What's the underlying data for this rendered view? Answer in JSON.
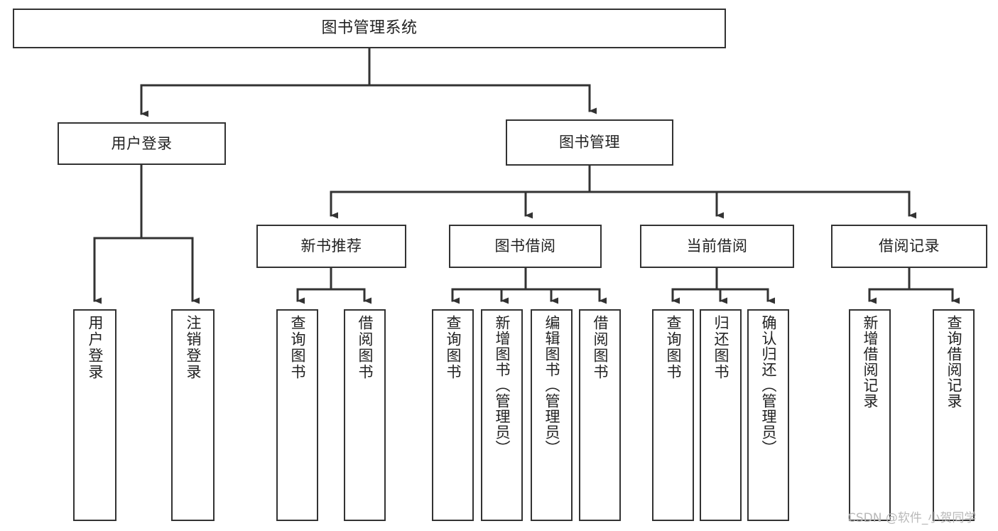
{
  "diagram": {
    "title": "图书管理系统",
    "type": "tree",
    "orientation": "top-down",
    "colors": {
      "box_border": "#333333",
      "box_fill": "#ffffff",
      "connector": "#333333",
      "text": "#222222",
      "watermark": "#b9b9b9",
      "background": "#ffffff"
    },
    "root": {
      "label": "图书管理系统"
    },
    "level1": [
      {
        "label": "用户登录"
      },
      {
        "label": "图书管理"
      }
    ],
    "level2": [
      {
        "label": "新书推荐"
      },
      {
        "label": "图书借阅"
      },
      {
        "label": "当前借阅"
      },
      {
        "label": "借阅记录"
      }
    ],
    "leaves": {
      "user_login": [
        {
          "label": "用户登录"
        },
        {
          "label": "注销登录"
        }
      ],
      "new_book_recommend": [
        {
          "label": "查询图书"
        },
        {
          "label": "借阅图书"
        }
      ],
      "book_borrow": [
        {
          "label": "查询图书"
        },
        {
          "label": "新增图书（管理员）"
        },
        {
          "label": "编辑图书（管理员）"
        },
        {
          "label": "借阅图书"
        }
      ],
      "current_borrow": [
        {
          "label": "查询图书"
        },
        {
          "label": "归还图书"
        },
        {
          "label": "确认归还（管理员）"
        }
      ],
      "borrow_record": [
        {
          "label": "新增借阅记录"
        },
        {
          "label": "查询借阅记录"
        }
      ]
    }
  },
  "watermark": {
    "text": "CSDN @软件_小贺同学"
  }
}
